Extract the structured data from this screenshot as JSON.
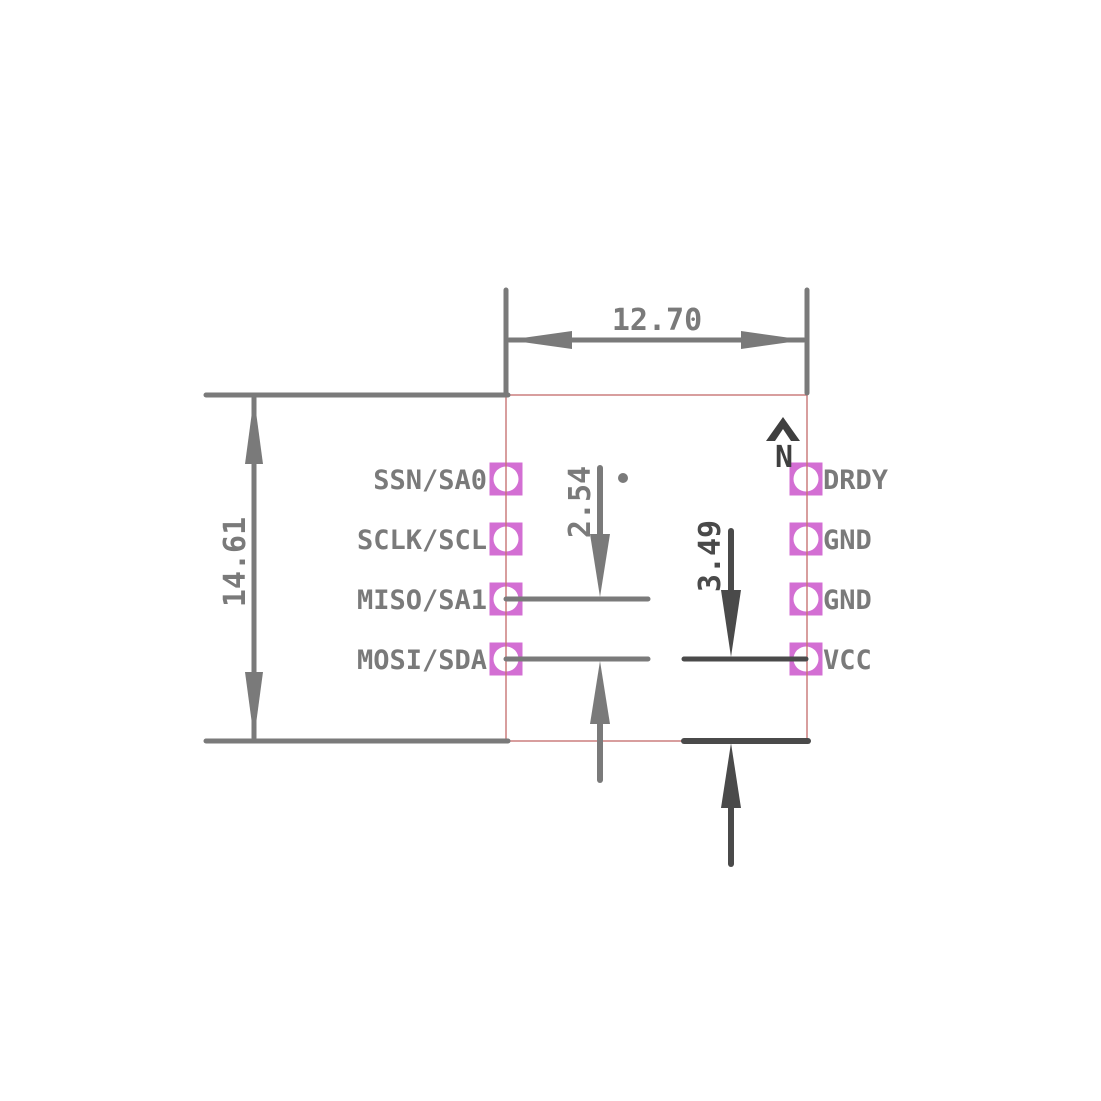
{
  "colors": {
    "background": "#ffffff",
    "pad": "#d36fd3",
    "pad_hole": "#ffffff",
    "outline": "#c87474",
    "dim_light": "#7a7a7a",
    "dim_dark": "#4a4a4a",
    "label": "#7a7a7a",
    "north": "#3f3f3f"
  },
  "north": {
    "label": "N"
  },
  "dimensions": {
    "width": {
      "value": "12.70"
    },
    "height": {
      "value": "14.61"
    },
    "pitch": {
      "value": "2.54"
    },
    "bottom_offset": {
      "value": "3.49"
    }
  },
  "pins": {
    "left": [
      {
        "label": "SSN/SA0"
      },
      {
        "label": "SCLK/SCL"
      },
      {
        "label": "MISO/SA1"
      },
      {
        "label": "MOSI/SDA"
      }
    ],
    "right": [
      {
        "label": "DRDY"
      },
      {
        "label": "GND"
      },
      {
        "label": "GND"
      },
      {
        "label": "VCC"
      }
    ]
  }
}
